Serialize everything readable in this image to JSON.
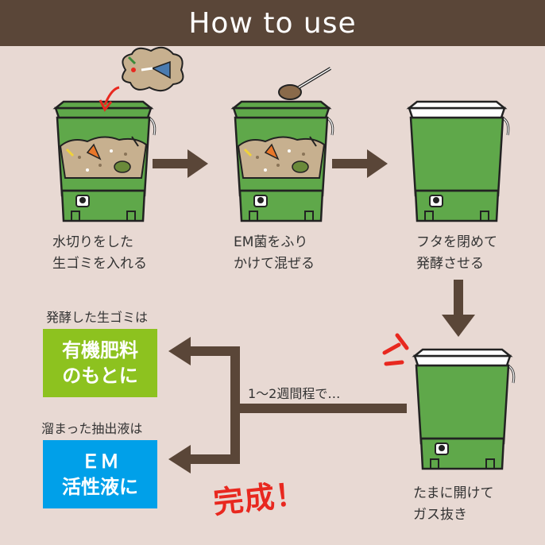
{
  "header": {
    "title": "How to use"
  },
  "steps": [
    {
      "line1": "水切りをした",
      "line2": "生ゴミを入れる"
    },
    {
      "line1": "EM菌をふり",
      "line2": "かけて混ぜる"
    },
    {
      "line1": "フタを閉めて",
      "line2": "発酵させる"
    },
    {
      "line1": "たまに開けて",
      "line2": "ガス抜き"
    }
  ],
  "duration_text": "1～2週間程で…",
  "outputs": [
    {
      "label": "発酵した生ゴミは",
      "box_line1": "有機肥料",
      "box_line2": "のもとに",
      "color": "#8dc21f"
    },
    {
      "label": "溜まった抽出液は",
      "box_line1": "ＥＭ",
      "box_line2": "活性液に",
      "color": "#00a0e9"
    }
  ],
  "done_text": "完成！",
  "colors": {
    "header_bg": "#5a4638",
    "background": "#e8d9d3",
    "bucket_green": "#5fa84a",
    "arrow_brown": "#5a4638",
    "accent_red": "#e8281f"
  },
  "icons": [
    "bucket-open-icon",
    "bucket-em-icon",
    "bucket-closed-icon",
    "bucket-burp-icon",
    "garbage-cloud-icon",
    "spoon-icon",
    "arrow-right-icon",
    "arrow-down-icon",
    "arrow-left-icon"
  ]
}
